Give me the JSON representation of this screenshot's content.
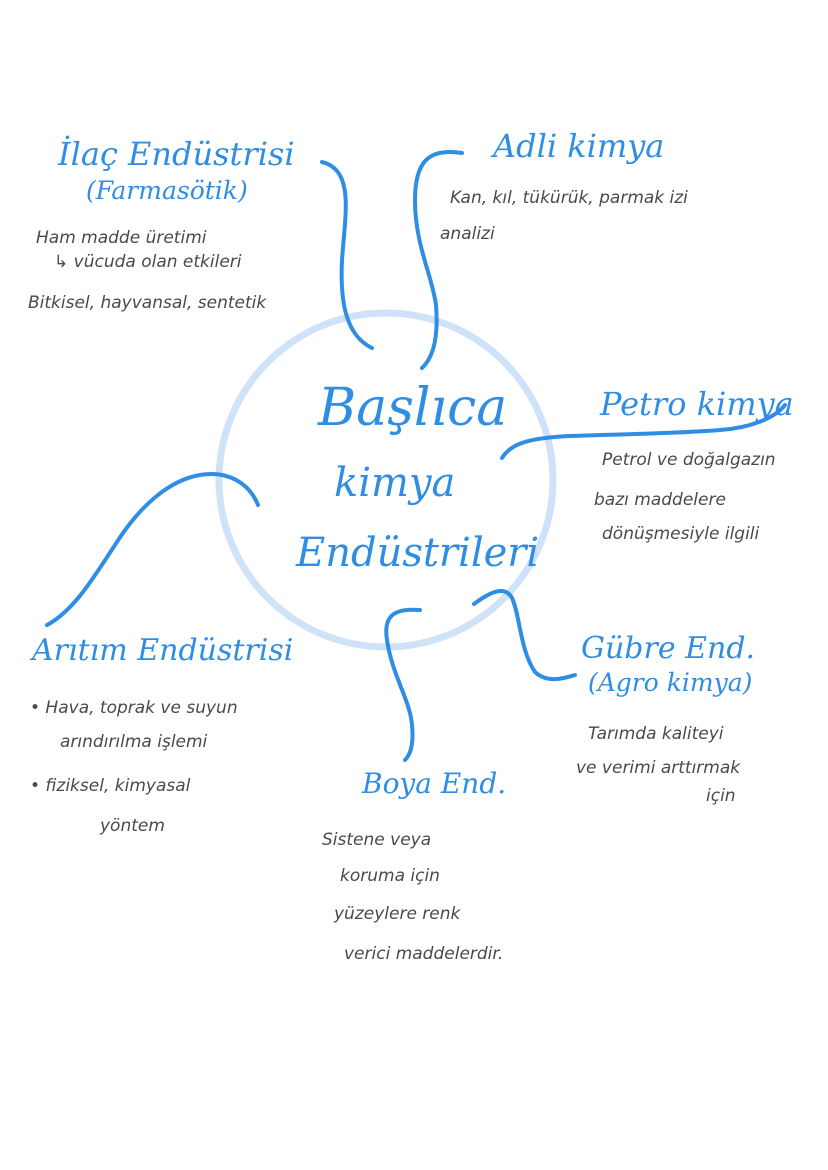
{
  "colors": {
    "accent": "#2f8de4",
    "circle": "#cfe3f8",
    "note_text": "#4a4a4a",
    "background": "#ffffff"
  },
  "center": {
    "line1": "Başlıca",
    "line2": "kimya",
    "line3": "Endüstrileri"
  },
  "branches": {
    "ilac": {
      "title": "İlaç Endüstrisi",
      "subtitle": "(Farmasötik)",
      "notes": [
        "Ham madde üretimi",
        "↳ vücuda olan etkileri",
        "Bitkisel, hayvansal, sentetik"
      ]
    },
    "adli": {
      "title": "Adli kimya",
      "notes": [
        "Kan, kıl, tükürük, parmak izi",
        "analizi"
      ]
    },
    "petro": {
      "title": "Petro kimya",
      "notes": [
        "Petrol ve doğalgazın",
        "bazı maddelere",
        "dönüşmesiyle ilgili"
      ]
    },
    "gubre": {
      "title": "Gübre End.",
      "subtitle": "(Agro kimya)",
      "notes": [
        "Tarımda kaliteyi",
        "ve verimi arttırmak",
        "için"
      ]
    },
    "boya": {
      "title": "Boya End.",
      "notes": [
        "Sistene veya",
        "koruma için",
        "yüzeylere renk",
        "verici maddelerdir."
      ]
    },
    "aritim": {
      "title": "Arıtım Endüstrisi",
      "notes": [
        "• Hava, toprak ve suyun",
        "arındırılma işlemi",
        "• fiziksel, kimyasal",
        "yöntem"
      ]
    }
  }
}
